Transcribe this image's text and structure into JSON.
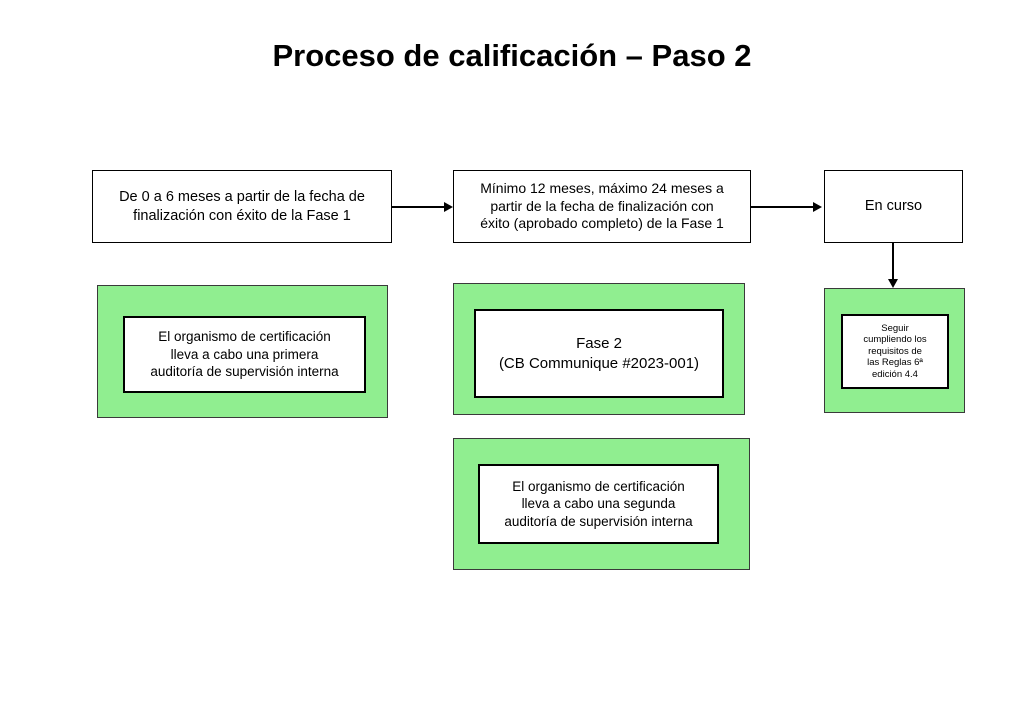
{
  "page": {
    "title": "Proceso de calificación – Paso 2",
    "background_color": "#ffffff",
    "accent_green": "#90ee90",
    "line_color": "#000000"
  },
  "flow": {
    "top_row": [
      {
        "id": "phase1-window",
        "text": "De 0 a 6 meses a partir de la fecha de\nfinalización con éxito de la Fase 1"
      },
      {
        "id": "phase2-window",
        "text": "Mínimo 12 meses, máximo 24 meses a\npartir de la fecha de finalización con\néxito (aprobado completo) de la Fase 1"
      },
      {
        "id": "ongoing",
        "text": "En curso"
      }
    ],
    "green_nodes": [
      {
        "id": "first-audit",
        "text": "El organismo de certificación\nlleva a cabo una primera\nauditoría de supervisión interna"
      },
      {
        "id": "phase2",
        "text": "Fase 2\n(CB Communique #2023-001)"
      },
      {
        "id": "second-audit",
        "text": "El organismo de certificación\nlleva a cabo una segunda\nauditoría de supervisión interna"
      },
      {
        "id": "maintain",
        "text": "Seguir\ncumpliendo los\nrequisitos de\nlas Reglas 6ª\nedición 4.4"
      }
    ],
    "connectors": [
      {
        "id": "phase1-to-phase2",
        "direction": "right"
      },
      {
        "id": "phase2-to-ongoing",
        "direction": "right"
      },
      {
        "id": "ongoing-to-maintain",
        "direction": "down"
      }
    ]
  }
}
